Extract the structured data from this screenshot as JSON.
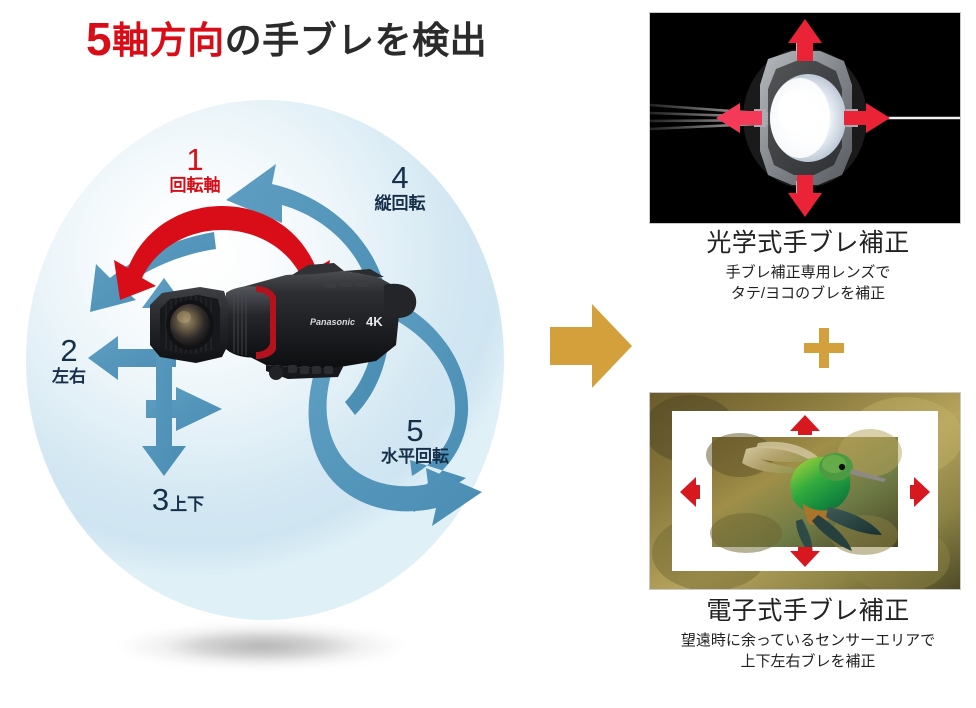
{
  "title": {
    "accent_number": "5",
    "accent_text": "軸方向",
    "rest_text": "の手ブレを検出",
    "accent_color": "#d80d18",
    "rest_color": "#2b2b2b"
  },
  "left_panel": {
    "sphere_label": "detection-sphere",
    "product": {
      "brand": "Panasonic",
      "badge": "4K"
    },
    "axes": [
      {
        "num": "1",
        "name": "回転軸",
        "color": "#d80d18",
        "arrow": "red-curved-double-arrow"
      },
      {
        "num": "2",
        "name": "左右",
        "color": "#16304a",
        "arrow": "blue-horizontal-double-arrow"
      },
      {
        "num": "3",
        "name": "上下",
        "color": "#16304a",
        "arrow": "blue-vertical-double-arrow"
      },
      {
        "num": "4",
        "name": "縦回転",
        "color": "#16304a",
        "arrow": "blue-curved-arrow-up-left"
      },
      {
        "num": "5",
        "name": "水平回転",
        "color": "#16304a",
        "arrow": "blue-curved-arrow-down-right"
      }
    ]
  },
  "connector": {
    "arrow_color": "#d4a03c",
    "plus_color": "#d4a03c",
    "plus_symbol": "+"
  },
  "right_panel": {
    "optical": {
      "image_alt": "手ブレ補正レンズユニット断面図（黒背景）",
      "title": "光学式手ブレ補正",
      "sub_line1": "手ブレ補正専用レンズで",
      "sub_line2": "タテ/ヨコのブレを補正",
      "arrow_color": "#e8243c",
      "arrows": [
        "up",
        "down",
        "left",
        "right"
      ]
    },
    "electronic": {
      "image_alt": "ハチドリの写真（センサーエリア余白つき）",
      "title": "電子式手ブレ補正",
      "sub_line1": "望遠時に余っているセンサーエリアで",
      "sub_line2": "上下左右ブレを補正",
      "arrow_color": "#d8181f",
      "arrows": [
        "up",
        "down",
        "left",
        "right"
      ]
    }
  }
}
